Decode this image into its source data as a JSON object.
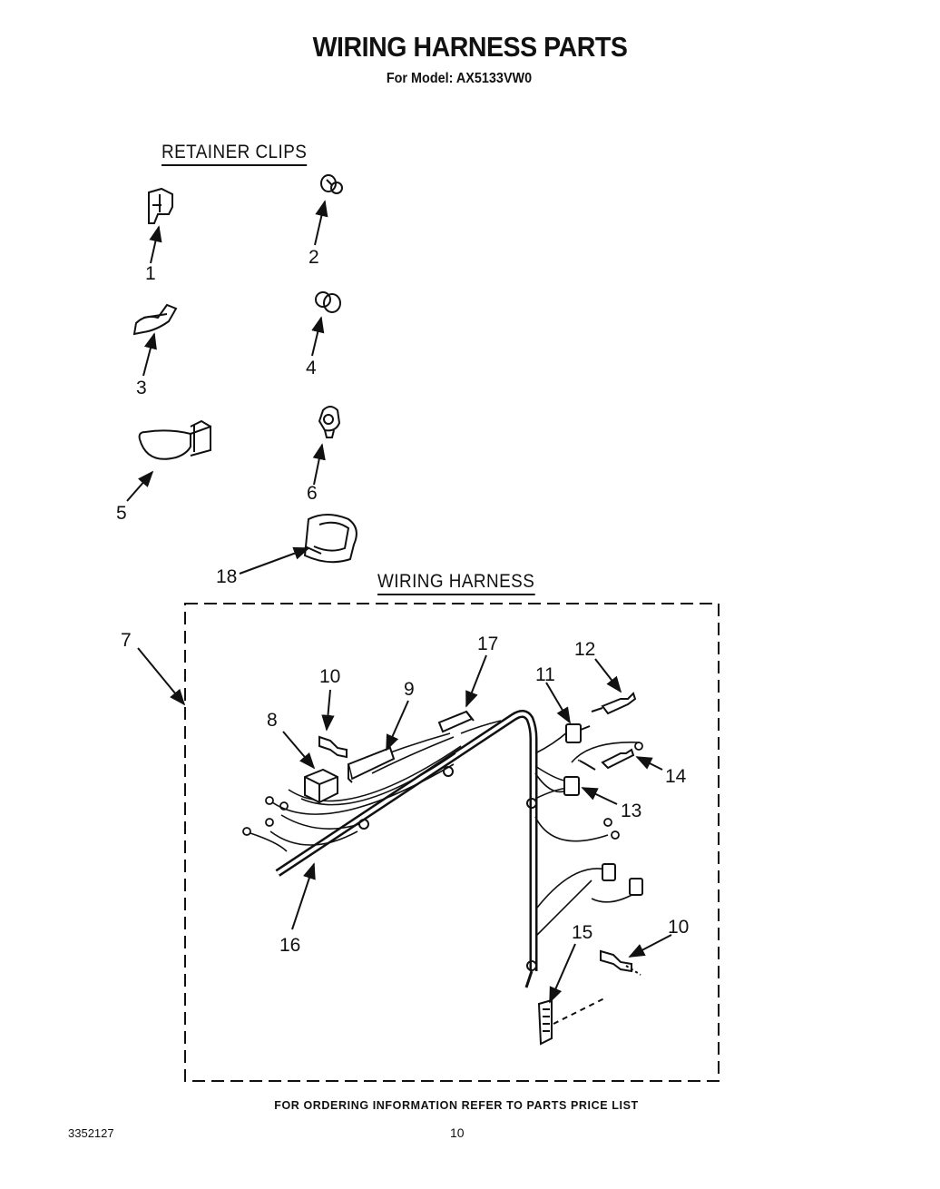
{
  "title": "WIRING HARNESS PARTS",
  "subtitle": "For Model: AX5133VW0",
  "sections": {
    "retainer_clips": "RETAINER CLIPS",
    "wiring_harness": "WIRING HARNESS"
  },
  "callouts": [
    "1",
    "2",
    "3",
    "4",
    "5",
    "6",
    "18",
    "7",
    "10",
    "8",
    "9",
    "17",
    "11",
    "12",
    "14",
    "13",
    "16",
    "15",
    "10"
  ],
  "footer_note": "FOR ORDERING INFORMATION REFER TO PARTS PRICE LIST",
  "doc_number": "3352127",
  "page_number": "10"
}
